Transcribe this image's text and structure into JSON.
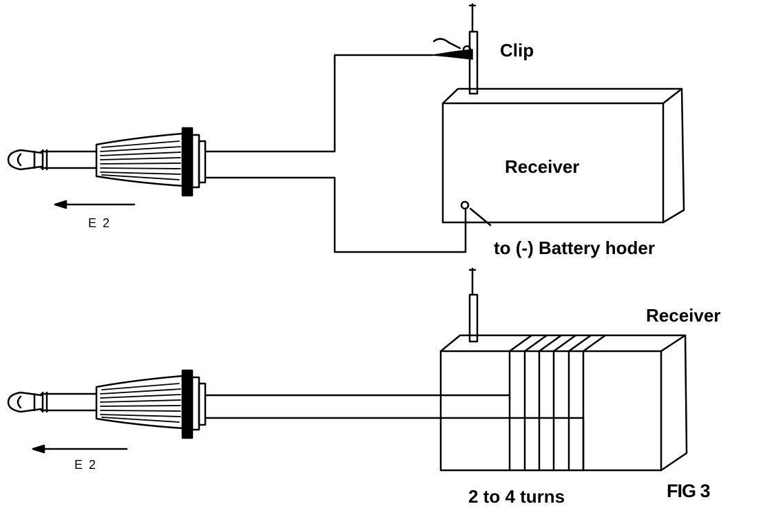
{
  "diagram": {
    "top": {
      "clip_label": "Clip",
      "receiver_label": "Receiver",
      "battery_label": "to (-) Battery hoder",
      "plug_label": "E 2"
    },
    "bottom": {
      "receiver_label": "Receiver",
      "turns_label": "2 to 4 turns",
      "plug_label": "E 2"
    },
    "figure_label": "FIG 3"
  },
  "colors": {
    "ink": "#000000",
    "paper": "#ffffff"
  }
}
